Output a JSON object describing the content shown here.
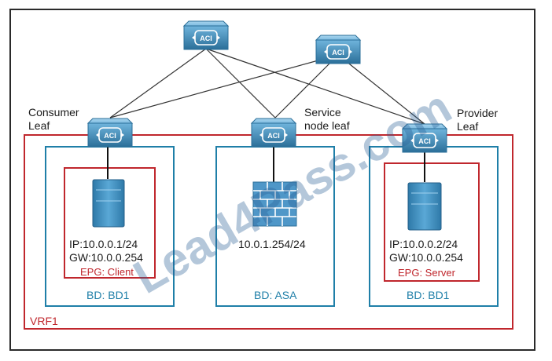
{
  "labels": {
    "consumer_leaf": [
      "Consumer",
      "Leaf"
    ],
    "service_leaf": [
      "Service",
      "node leaf"
    ],
    "provider_leaf": [
      "Provider",
      "Leaf"
    ]
  },
  "switch_icon_text": "ACI",
  "client": {
    "ip": "IP:10.0.0.1/24",
    "gw": "GW:10.0.0.254",
    "epg": "EPG: Client",
    "bd": "BD: BD1"
  },
  "asa": {
    "ip": "10.0.1.254/24",
    "bd": "BD: ASA"
  },
  "server": {
    "ip": "IP:10.0.0.2/24",
    "gw": "GW:10.0.0.254",
    "epg": "EPG: Server",
    "bd": "BD: BD1"
  },
  "vrf": "VRF1",
  "watermark": "Lead4Pass.com",
  "colors": {
    "vrf": "#c0272d",
    "bd": "#1f7fa8",
    "device": "#2b6f99",
    "frame": "#2a2a2a"
  }
}
